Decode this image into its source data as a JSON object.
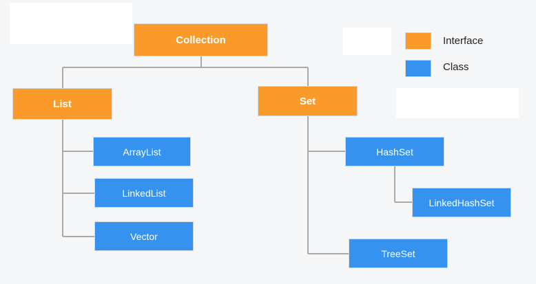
{
  "legend": {
    "interface": {
      "label": "Interface",
      "color": "#f99a2b"
    },
    "class": {
      "label": "Class",
      "color": "#3593ef"
    }
  },
  "nodes": {
    "collection": "Collection",
    "list": "List",
    "set": "Set",
    "arraylist": "ArrayList",
    "linkedlist": "LinkedList",
    "vector": "Vector",
    "hashset": "HashSet",
    "linkedhashset": "LinkedHashSet",
    "treeset": "TreeSet"
  },
  "colors": {
    "connector": "#a9a9a9",
    "background": "#f5f6f8"
  }
}
